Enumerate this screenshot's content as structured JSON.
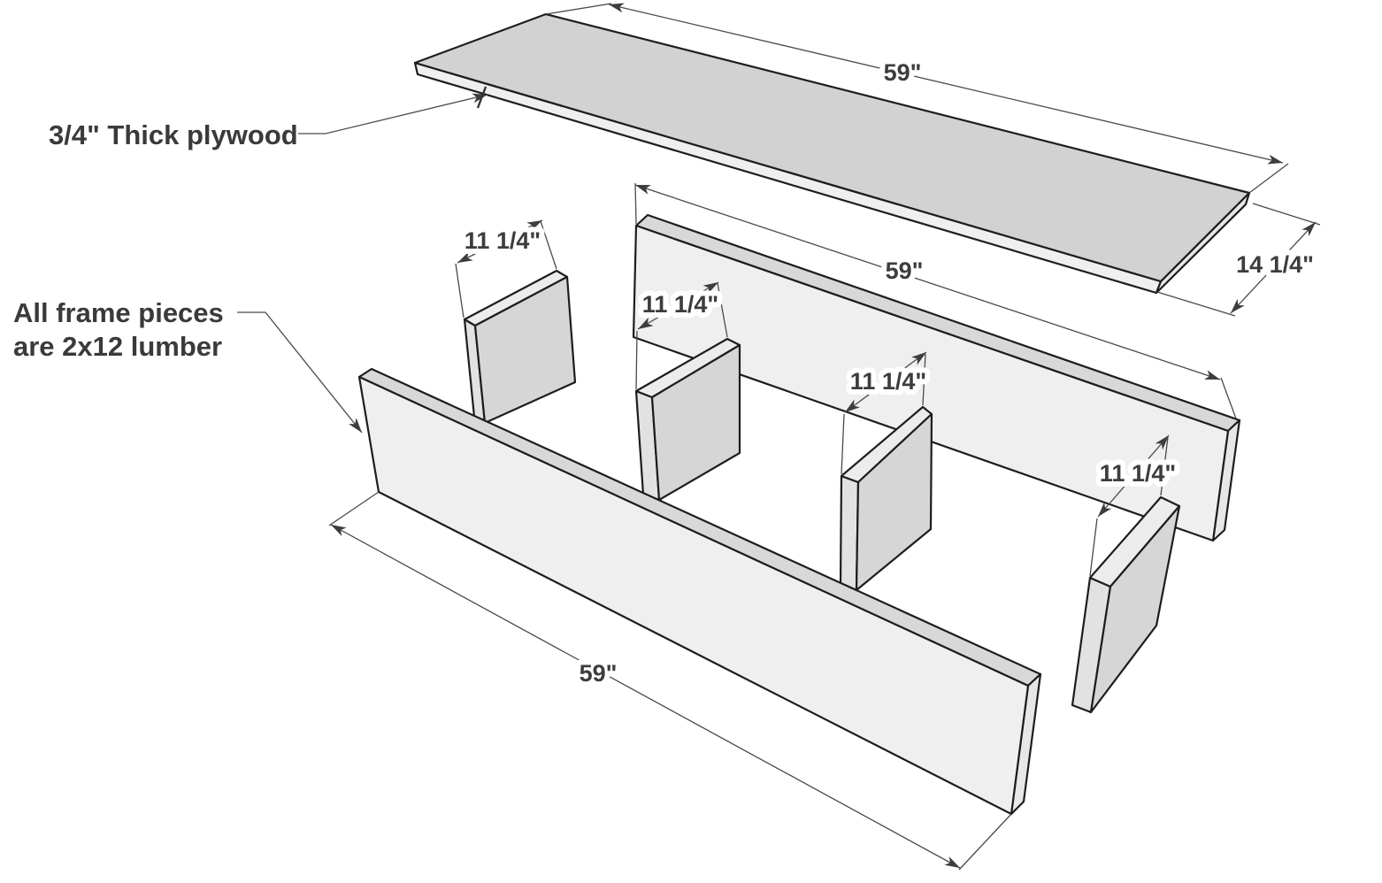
{
  "annotations": {
    "plywood_note": "3/4\" Thick plywood",
    "frame_note_line1": "All frame pieces",
    "frame_note_line2": "are 2x12 lumber"
  },
  "dims": {
    "plywood_length": "59\"",
    "plywood_depth": "14 1/4\"",
    "back_board_length": "59\"",
    "front_board_length": "59\"",
    "divider_1_depth": "11 1/4\"",
    "divider_2_depth": "11 1/4\"",
    "divider_3_depth": "11 1/4\"",
    "divider_4_depth": "11 1/4\""
  },
  "colors": {
    "background": "#ffffff",
    "part_fill_dark": "#d2d2d2",
    "part_fill_light": "#efefef",
    "part_outline": "#1d1d1d",
    "dimension_lines": "#4a4a4a",
    "label_text": "#3d3d3d"
  }
}
